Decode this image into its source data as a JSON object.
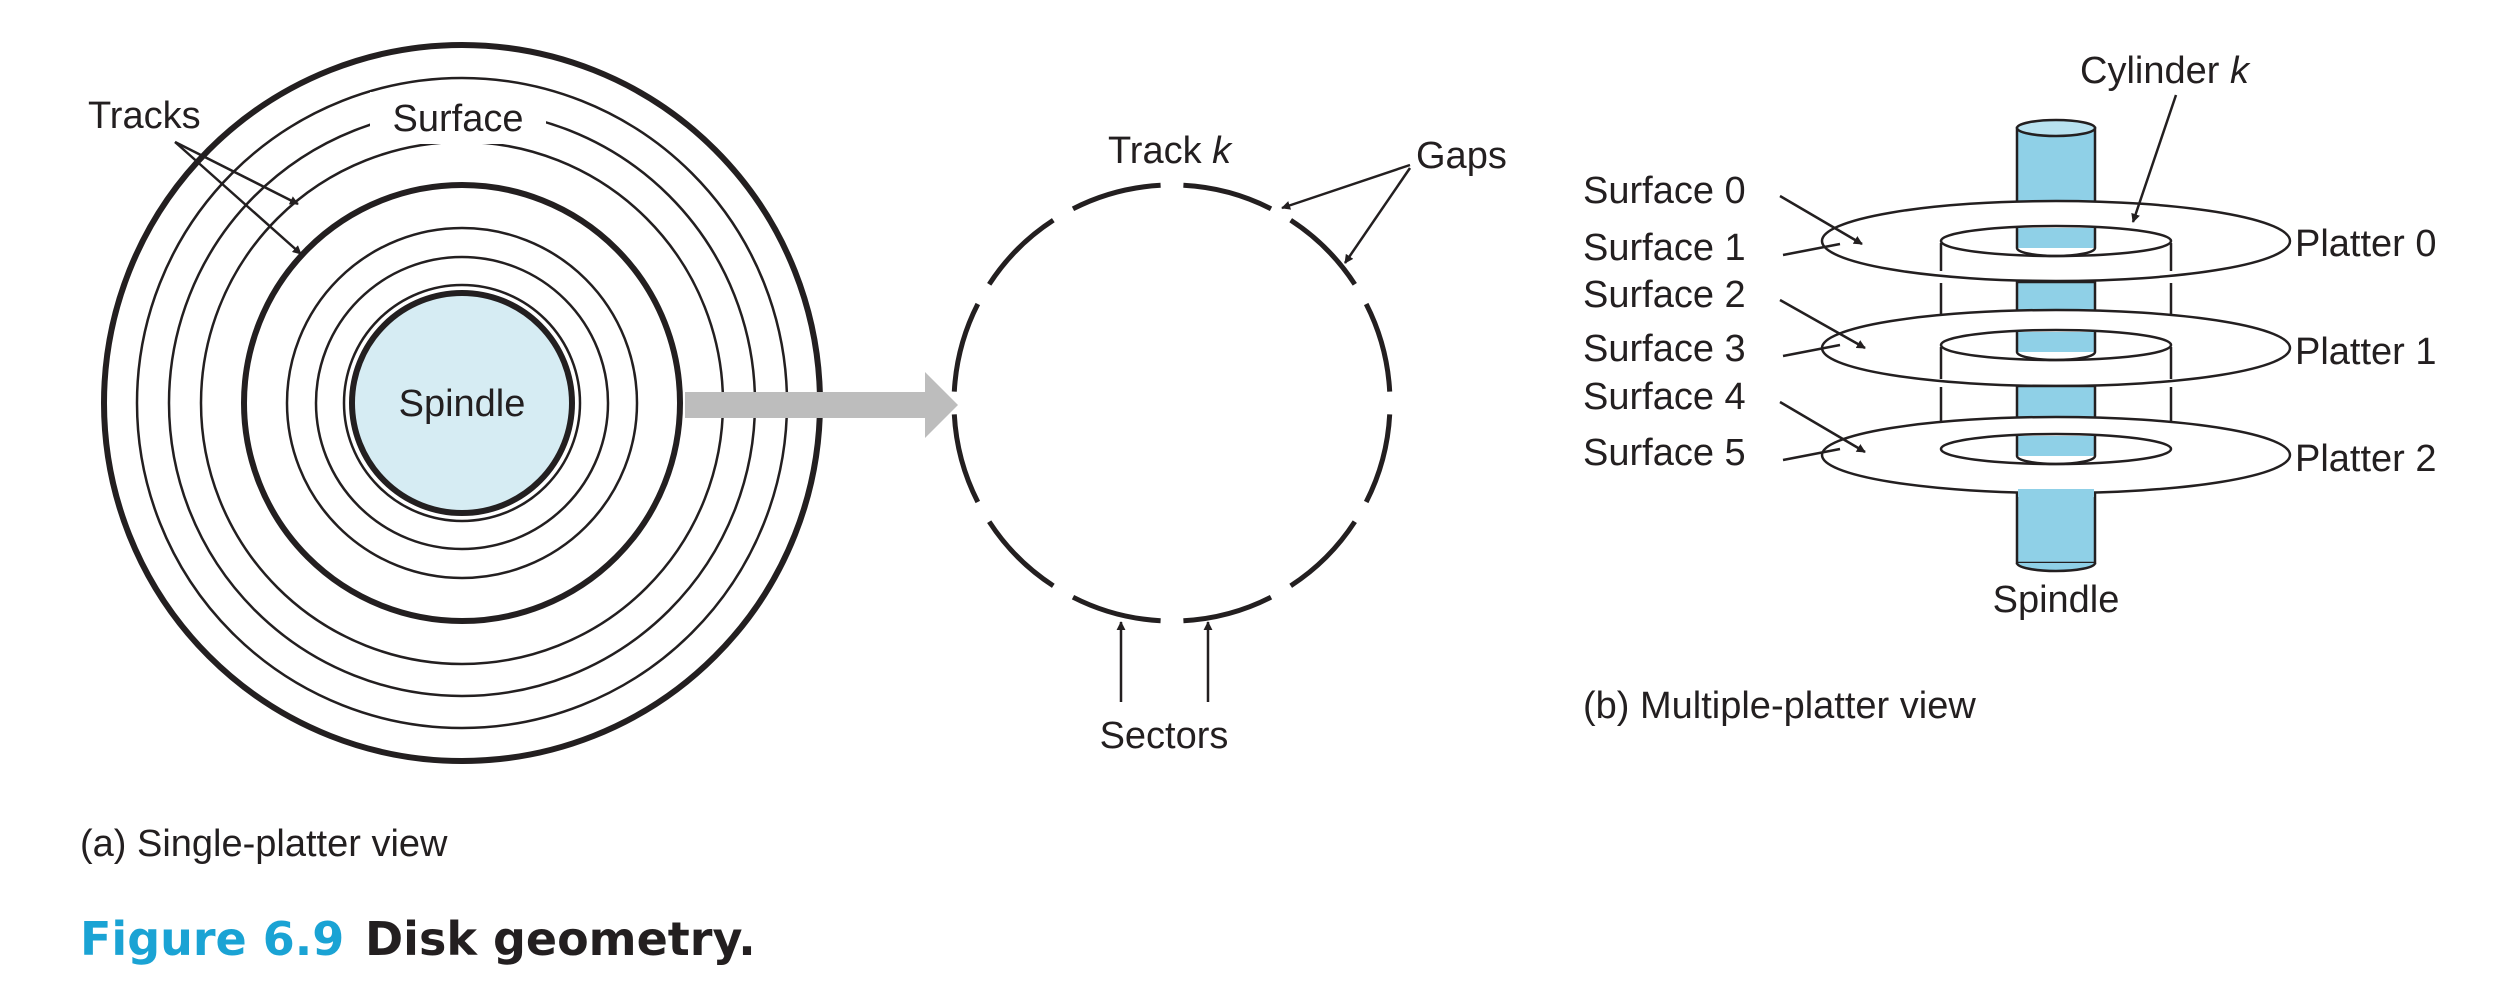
{
  "panel_a": {
    "labels": {
      "tracks": "Tracks",
      "surface": "Surface",
      "spindle": "Spindle",
      "track_k_prefix": "Track ",
      "track_k_var": "k",
      "gaps": "Gaps",
      "sectors": "Sectors"
    },
    "caption": "(a) Single-platter view"
  },
  "panel_b": {
    "labels": {
      "cylinder_prefix": "Cylinder ",
      "cylinder_var": "k",
      "surfaces": [
        "Surface 0",
        "Surface 1",
        "Surface 2",
        "Surface 3",
        "Surface 4",
        "Surface 5"
      ],
      "platters": [
        "Platter 0",
        "Platter 1",
        "Platter 2"
      ],
      "spindle": "Spindle"
    },
    "caption": "(b) Multiple-platter view"
  },
  "figure": {
    "number": "Figure 6.9",
    "title": "Disk geometry."
  },
  "colors": {
    "spindle_light": "#d6ecf3",
    "spindle_cyan": "#8fd0e7",
    "arrow_gray": "#bdbdbd",
    "figure_number": "#1aa3d4",
    "ink": "#231f20"
  }
}
